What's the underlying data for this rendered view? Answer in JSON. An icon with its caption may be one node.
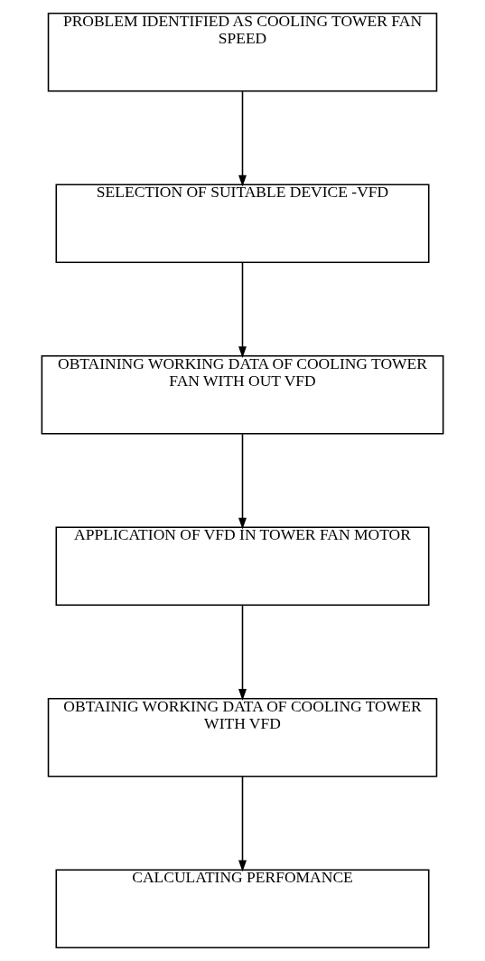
{
  "diagram": {
    "nodes": [
      {
        "text": [
          "PROBLEM IDENTIFIED AS COOLING TOWER FAN SPEED"
        ]
      },
      {
        "text": [
          "SELECTION OF SUITABLE DEVICE -VFD"
        ]
      },
      {
        "text": [
          "OBTAINING WORKING DATA OF COOLING TOWER FAN WITH OUT VFD"
        ]
      },
      {
        "text": [
          "APPLICATION OF VFD IN TOWER FAN MOTOR"
        ]
      },
      {
        "text": [
          "OBTAINIG WORKING DATA OF COOLING TOWER WITH VFD"
        ]
      },
      {
        "text": [
          "CALCULATING PERFOMANCE"
        ]
      }
    ],
    "edges": [
      {
        "from": 0,
        "to": 1,
        "arrow": "to"
      },
      {
        "from": 1,
        "to": 2,
        "arrow": "to"
      },
      {
        "from": 2,
        "to": 3,
        "arrow": "to"
      },
      {
        "from": 3,
        "to": 4,
        "arrow": "to"
      },
      {
        "from": 4,
        "to": 5,
        "arrow": "to"
      }
    ]
  }
}
